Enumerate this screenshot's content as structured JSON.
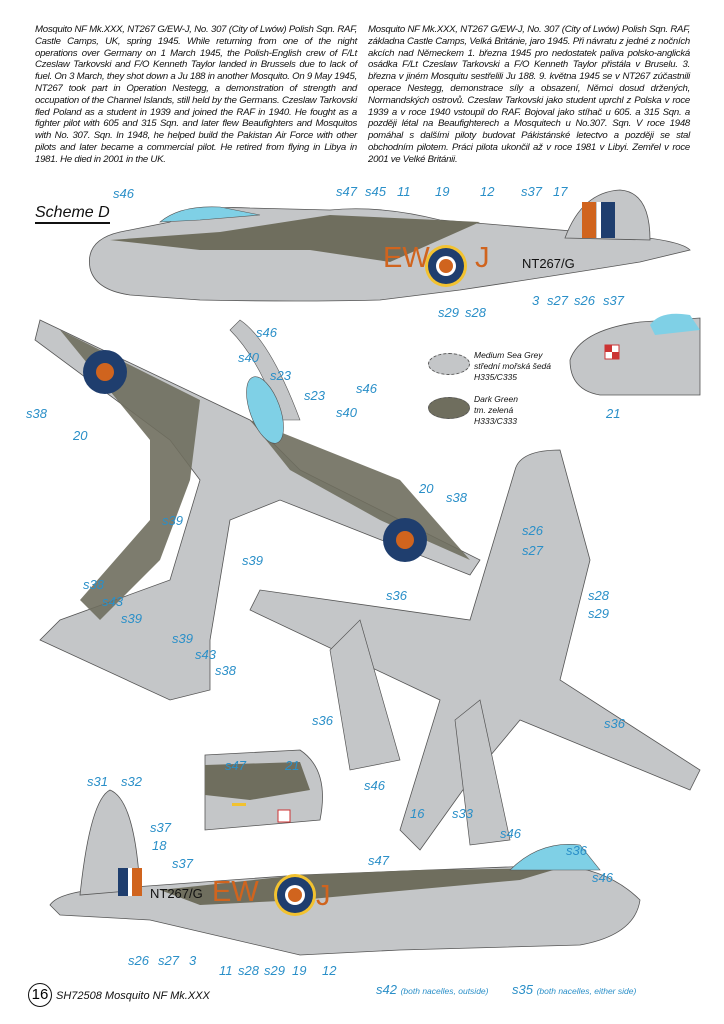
{
  "description_en": "Mosquito NF Mk.XXX, NT267 G/EW-J, No. 307 (City of Lwów) Polish Sqn. RAF, Castle Camps, UK, spring 1945. While returning from one of the night operations over Germany on 1 March 1945, the Polish-English crew of F/Lt Czeslaw Tarkovski and F/O Kenneth Taylor landed in Brussels due to lack of fuel. On 3 March, they shot down a Ju 188 in another Mosquito. On 9 May 1945, NT267 took part in Operation Nestegg, a demonstration of strength and occupation of the Channel Islands, still held by the Germans. Czeslaw Tarkovski fled Poland as a student in 1939 and joined the RAF in 1940. He fought as a fighter pilot with 605 and 315 Sqn. and later flew Beaufighters and Mosquitos with No. 307. Sqn. In 1948, he helped build the Pakistan Air Force with other pilots and later became a commercial pilot. He retired from flying in Libya in 1981. He died in 2001 in the UK.",
  "description_cz": "Mosquito NF Mk.XXX, NT267 G/EW-J, No. 307 (City of Lwów) Polish Sqn. RAF, základna Castle Camps, Velká Británie, jaro 1945. Při návratu z jedné z nočních akcích nad Německem 1. března 1945 pro nedostatek paliva polsko-anglická osádka F/Lt Czeslaw Tarkovski a F/O Kenneth Taylor přistála v Bruselu. 3. března v jiném Mosquitu sestřelili Ju 188. 9. května 1945 se v NT267 zúčastnili operace Nestegg, demonstrace síly a obsazení, Němci dosud držených, Normandských ostrovů. Czeslaw Tarkovski jako student uprchl z Polska v roce 1939 a v roce 1940 vstoupil do RAF. Bojoval jako stíhač u 605. a 315 Sqn. a později létal na Beaufighterech a Mosquitech u No.307. Sqn. V roce 1948 pomáhal s dalšími piloty budovat Pákistánské letectvo a později se stal obchodním pilotem. Práci pilota ukončil až v roce 1981 v Libyi. Zemřel v roce 2001 ve Velké Británii.",
  "scheme": "Scheme D",
  "markings": {
    "code_left": "EW",
    "code_right": "J",
    "serial": "NT267/G"
  },
  "legend": [
    {
      "name": "Medium Sea Grey",
      "name_cz": "střední mořská šedá",
      "code": "H335/C335",
      "color": "#c4c6c8"
    },
    {
      "name": "Dark Green",
      "name_cz": "tm. zelená",
      "code": "H333/C333",
      "color": "#6f6e5e"
    }
  ],
  "labels": [
    "s46",
    "s47",
    "s45",
    "11",
    "19",
    "12",
    "s37",
    "17",
    "3",
    "s27",
    "s26",
    "s37",
    "s29",
    "s28",
    "s46",
    "s40",
    "s23",
    "s23",
    "s40",
    "s46",
    "s38",
    "20",
    "s39",
    "s39",
    "20",
    "s38",
    "s38",
    "s43",
    "s39",
    "s39",
    "s43",
    "s38",
    "21",
    "s26",
    "s27",
    "s28",
    "s29",
    "s36",
    "s36",
    "s46",
    "16",
    "s33",
    "s46",
    "s36",
    "s36",
    "s47",
    "21",
    "s31",
    "s32",
    "s37",
    "18",
    "s37",
    "s47",
    "s46",
    "s26",
    "s27",
    "3",
    "11",
    "s28",
    "s29",
    "19",
    "12"
  ],
  "footer": {
    "page": "16",
    "title": "SH72508 Mosquito NF Mk.XXX",
    "s42": "s42",
    "s42_note": "(both nacelles, outside)",
    "s35": "s35",
    "s35_note": "(both nacelles, either side)"
  },
  "colors": {
    "callout": "#2a8fc8",
    "grey": "#c4c6c8",
    "green": "#6f6e5e",
    "roundel_blue": "#1f3e6e",
    "roundel_red": "#d0641e",
    "yellow": "#f2c230"
  }
}
